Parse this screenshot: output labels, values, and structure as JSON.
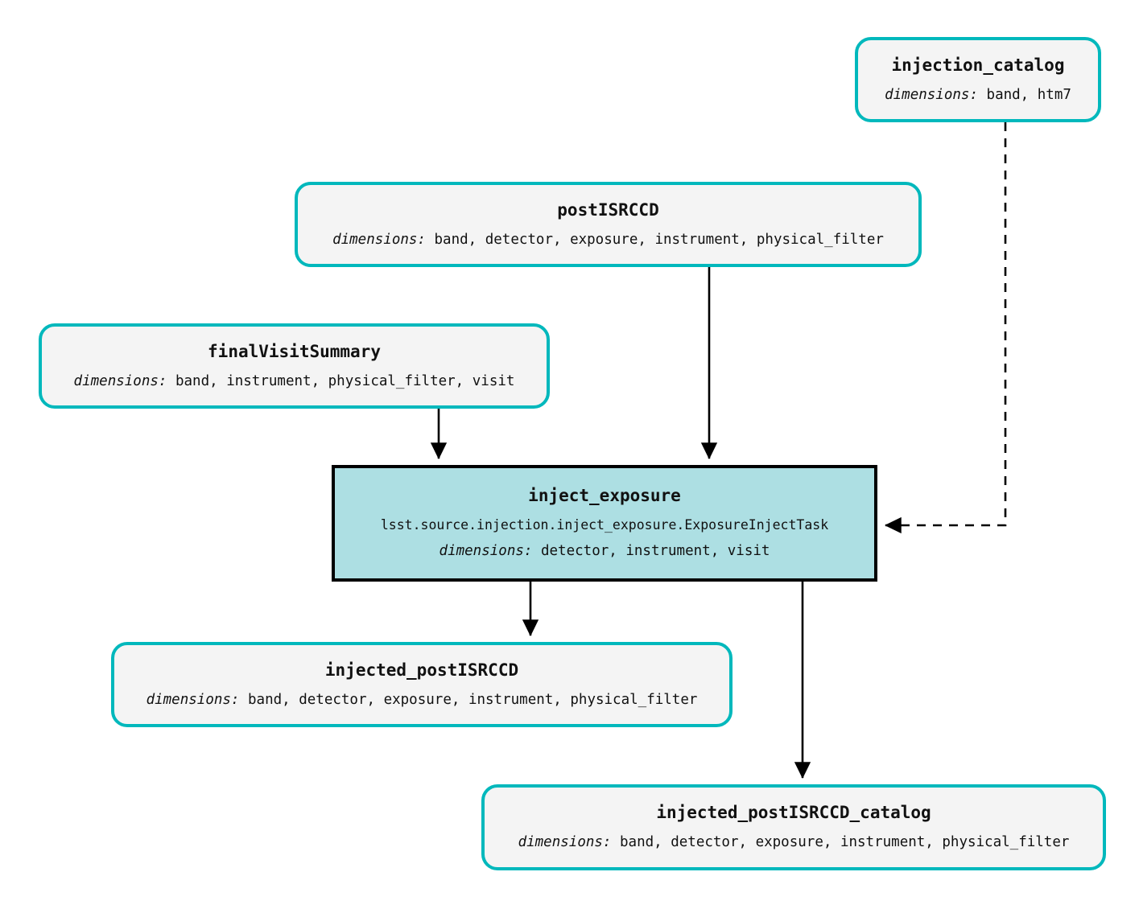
{
  "diagram": {
    "type": "pipeline-task-graph",
    "background": "#ffffff",
    "colors": {
      "dataset_border": "#00b8bc",
      "dataset_fill": "#f4f4f4",
      "task_border": "#000000",
      "task_fill": "#addfe3",
      "edge": "#000000"
    },
    "dims_label": "dimensions:"
  },
  "nodes": {
    "injection_catalog": {
      "title": "injection_catalog",
      "dims": " band, htm7",
      "kind": "dataset"
    },
    "postISRCCD": {
      "title": "postISRCCD",
      "dims": " band, detector, exposure, instrument, physical_filter",
      "kind": "dataset"
    },
    "finalVisitSummary": {
      "title": "finalVisitSummary",
      "dims": " band, instrument, physical_filter, visit",
      "kind": "dataset"
    },
    "inject_exposure": {
      "title": "inject_exposure",
      "classpath": "lsst.source.injection.inject_exposure.ExposureInjectTask",
      "dims": " detector, instrument, visit",
      "kind": "task"
    },
    "injected_postISRCCD": {
      "title": "injected_postISRCCD",
      "dims": " band, detector, exposure, instrument, physical_filter",
      "kind": "dataset"
    },
    "injected_postISRCCD_catalog": {
      "title": "injected_postISRCCD_catalog",
      "dims": " band, detector, exposure, instrument, physical_filter",
      "kind": "dataset"
    }
  },
  "edges": [
    {
      "from": "postISRCCD",
      "to": "inject_exposure",
      "style": "solid"
    },
    {
      "from": "finalVisitSummary",
      "to": "inject_exposure",
      "style": "solid"
    },
    {
      "from": "injection_catalog",
      "to": "inject_exposure",
      "style": "dashed"
    },
    {
      "from": "inject_exposure",
      "to": "injected_postISRCCD",
      "style": "solid"
    },
    {
      "from": "inject_exposure",
      "to": "injected_postISRCCD_catalog",
      "style": "solid"
    }
  ]
}
